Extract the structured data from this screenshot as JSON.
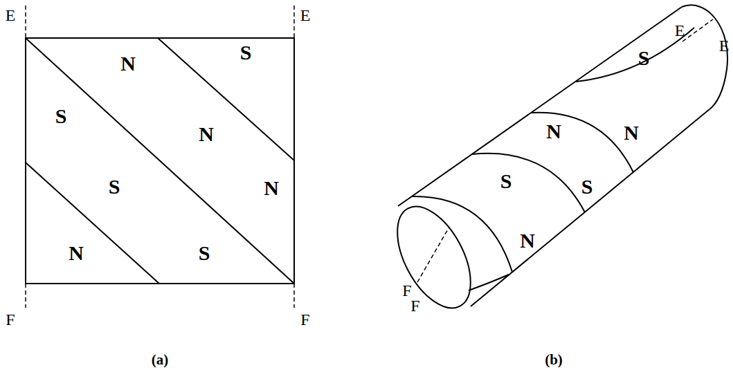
{
  "diagram": {
    "labels": [
      "E",
      "E",
      "N",
      "S",
      "S",
      "N",
      "S",
      "N",
      "N",
      "S",
      "F",
      "F",
      "(a)",
      "E",
      "E",
      "S",
      "N",
      "N",
      "S",
      "S",
      "N",
      "F",
      "F",
      "(b)"
    ]
  }
}
